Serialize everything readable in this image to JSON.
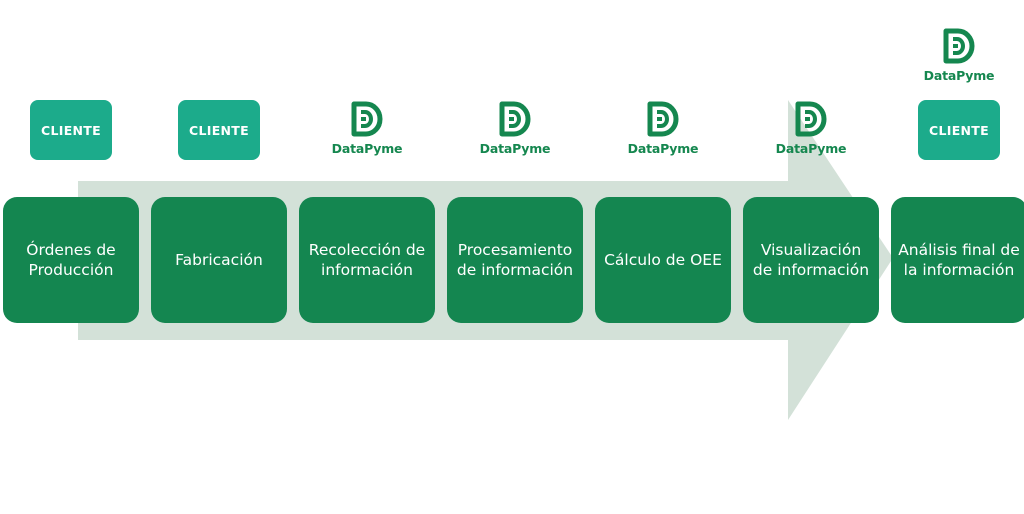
{
  "flow": {
    "client_label": "CLIENTE",
    "brand_name": "DataPyme",
    "steps": [
      {
        "label": "Órdenes de Producción",
        "owner": "client"
      },
      {
        "label": "Fabricación",
        "owner": "client"
      },
      {
        "label": "Recolección de información",
        "owner": "brand"
      },
      {
        "label": "Procesamiento de información",
        "owner": "brand"
      },
      {
        "label": "Cálculo de OEE",
        "owner": "brand"
      },
      {
        "label": "Visualización de información",
        "owner": "brand"
      },
      {
        "label": "Análisis final de la información",
        "owner": "both"
      }
    ]
  },
  "colors": {
    "step_fill": "#148650",
    "client_badge": "#1cab8b",
    "arrow_fill": "#d3e1d8",
    "brand_green": "#15874f"
  }
}
